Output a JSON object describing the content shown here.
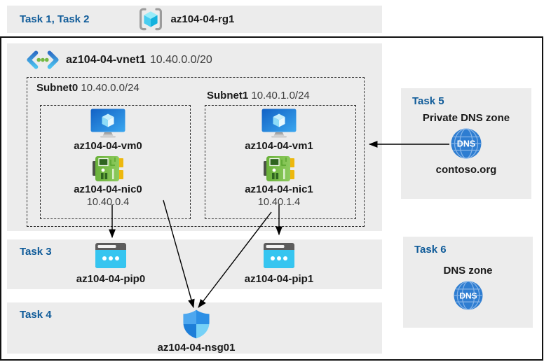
{
  "colors": {
    "task_label": "#0f5b99",
    "band_bg": "#ececec",
    "text_dark": "#1a1a1a",
    "text_gray": "#3c3c3c"
  },
  "icons": {
    "resource_group": "cube-in-brackets",
    "vnet": "chevrons-with-dots",
    "vm": "monitor-with-cube",
    "nic": "green-network-card",
    "pip": "browser-window-dots",
    "dns": "globe-dns",
    "nsg": "quadrant-shield"
  },
  "header": {
    "tasks_label": "Task 1, Task 2",
    "resource_group_name": "az104-04-rg1"
  },
  "vnet": {
    "name": "az104-04-vnet1",
    "cidr": "10.40.0.0/20",
    "subnets": [
      {
        "name": "Subnet0",
        "cidr": "10.40.0.0/24",
        "vm": "az104-04-vm0",
        "nic": "az104-04-nic0",
        "ip": "10.40.0.4"
      },
      {
        "name": "Subnet1",
        "cidr": "10.40.1.0/24",
        "vm": "az104-04-vm1",
        "nic": "az104-04-nic1",
        "ip": "10.40.1.4"
      }
    ]
  },
  "task3": {
    "label": "Task 3",
    "pip0": "az104-04-pip0",
    "pip1": "az104-04-pip1"
  },
  "task4": {
    "label": "Task 4",
    "nsg_name": "az104-04-nsg01"
  },
  "task5": {
    "label": "Task 5",
    "title": "Private DNS zone",
    "zone_name": "contoso.org",
    "icon_text": "DNS"
  },
  "task6": {
    "label": "Task 6",
    "title": "DNS zone",
    "icon_text": "DNS"
  }
}
